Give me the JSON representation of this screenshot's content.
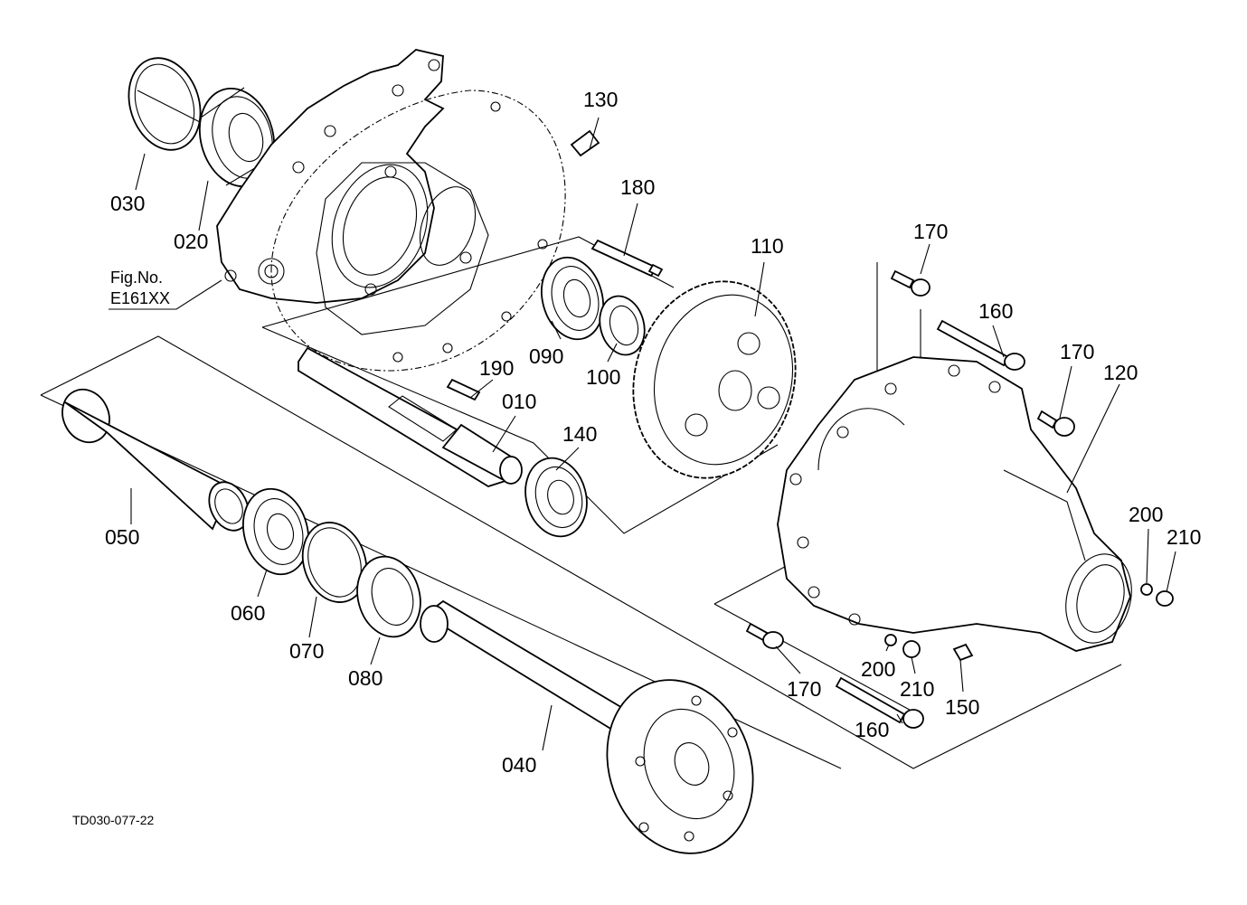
{
  "diagram": {
    "figure_ref_line1": "Fig.No.",
    "figure_ref_line2": "E161XX",
    "drawing_id": "TD030-077-22",
    "callouts": [
      {
        "id": "030",
        "text": "030"
      },
      {
        "id": "020",
        "text": "020"
      },
      {
        "id": "130",
        "text": "130"
      },
      {
        "id": "180",
        "text": "180"
      },
      {
        "id": "110",
        "text": "110"
      },
      {
        "id": "170a",
        "text": "170"
      },
      {
        "id": "160a",
        "text": "160"
      },
      {
        "id": "170b",
        "text": "170"
      },
      {
        "id": "120",
        "text": "120"
      },
      {
        "id": "090",
        "text": "090"
      },
      {
        "id": "100",
        "text": "100"
      },
      {
        "id": "190",
        "text": "190"
      },
      {
        "id": "010",
        "text": "010"
      },
      {
        "id": "140",
        "text": "140"
      },
      {
        "id": "050",
        "text": "050"
      },
      {
        "id": "060",
        "text": "060"
      },
      {
        "id": "070",
        "text": "070"
      },
      {
        "id": "080",
        "text": "080"
      },
      {
        "id": "040",
        "text": "040"
      },
      {
        "id": "200a",
        "text": "200"
      },
      {
        "id": "210a",
        "text": "210"
      },
      {
        "id": "200b",
        "text": "200"
      },
      {
        "id": "210b",
        "text": "210"
      },
      {
        "id": "170c",
        "text": "170"
      },
      {
        "id": "160b",
        "text": "160"
      },
      {
        "id": "150",
        "text": "150"
      }
    ]
  }
}
